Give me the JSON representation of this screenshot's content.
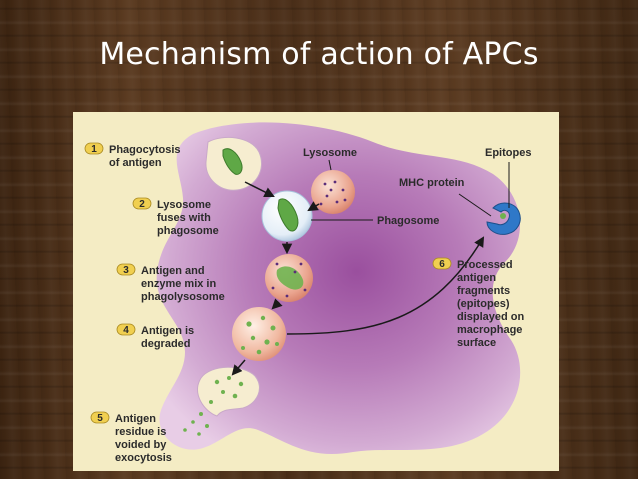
{
  "slide": {
    "title": "Mechanism of action of APCs"
  },
  "diagram": {
    "labels": {
      "lysosome": "Lysosome",
      "phagosome": "Phagosome",
      "epitopes": "Epitopes",
      "mhc_protein": "MHC protein"
    },
    "steps": [
      {
        "number": "1",
        "lines": [
          "Phagocytosis",
          "of antigen"
        ]
      },
      {
        "number": "2",
        "lines": [
          "Lysosome",
          "fuses with",
          "phagosome"
        ]
      },
      {
        "number": "3",
        "lines": [
          "Antigen and",
          "enzyme mix in",
          "phagolysosome"
        ]
      },
      {
        "number": "4",
        "lines": [
          "Antigen is",
          "degraded"
        ]
      },
      {
        "number": "5",
        "lines": [
          "Antigen",
          "residue is",
          "voided by",
          "exocytosis"
        ]
      },
      {
        "number": "6",
        "lines": [
          "Processed",
          "antigen",
          "fragments",
          "(epitopes)",
          "displayed on",
          "macrophage",
          "surface"
        ]
      }
    ],
    "colors": {
      "background_panel": "#f4ecc4",
      "cell": "#c79ac8",
      "antigen": "#5fa846",
      "lysosome": "#e8a58c",
      "mhc": "#2f78c8",
      "step_badge": "#f0cf50"
    }
  }
}
